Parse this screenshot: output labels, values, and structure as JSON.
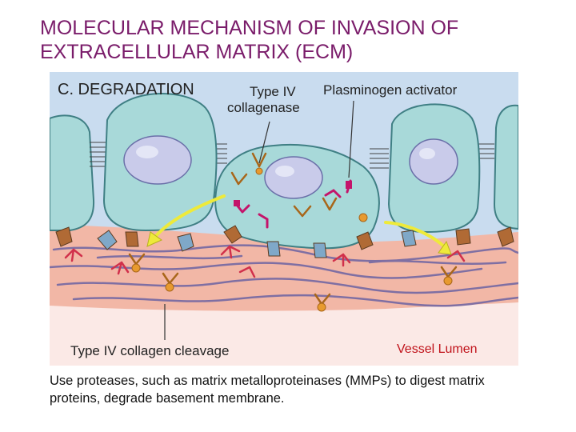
{
  "title": "MOLECULAR MECHANISM OF INVASION OF EXTRACELLULAR MATRIX (ECM)",
  "diagram": {
    "panel_label": "C. DEGRADATION",
    "label_type_iv_collagenase_line1": "Type IV",
    "label_type_iv_collagenase_line2": "collagenase",
    "label_plasminogen_activator": "Plasminogen activator",
    "label_collagen_cleavage": "Type IV collagen cleavage",
    "label_vessel_lumen": "Vessel Lumen",
    "colors": {
      "panel_background": "#c9dcef",
      "cell_body": "#a8d9d9",
      "cell_outline": "#3f7f84",
      "nucleus": "#c9cbea",
      "ecm": "#f2b7a6",
      "ecm_fibers": "#7f6fa3",
      "lumen": "#fbe9e6",
      "arrow": "#eeea3a",
      "vessel_lumen_text": "#c0121a",
      "collagenase": "#e89a2f",
      "plasminogen_activator": "#c4146a"
    }
  },
  "caption": "Use proteases, such as matrix metalloproteinases (MMPs)  to digest matrix proteins, degrade basement membrane."
}
